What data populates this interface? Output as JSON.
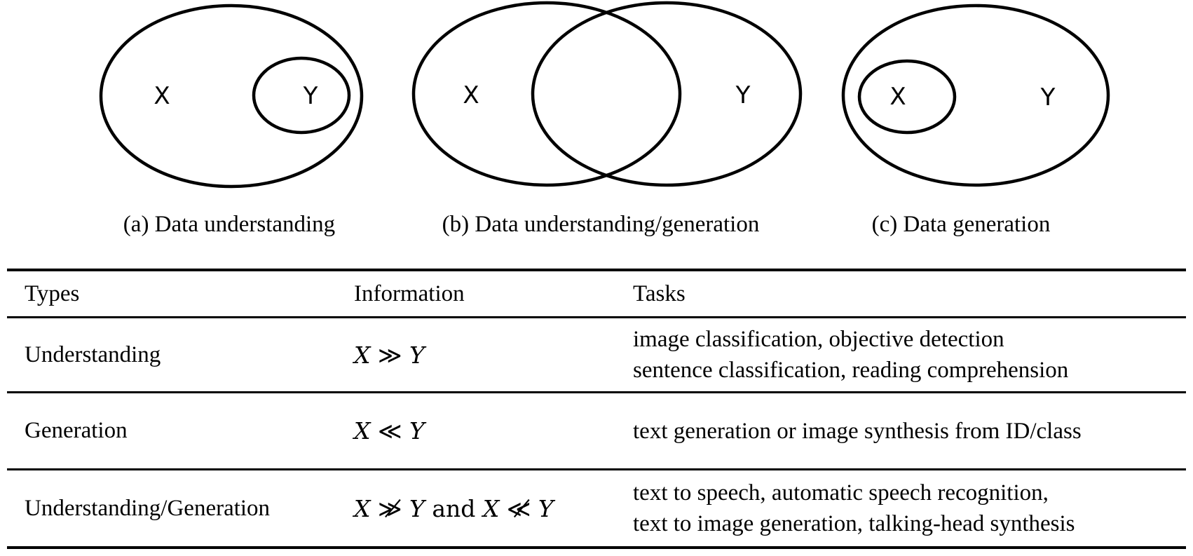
{
  "figure": {
    "diagrams": [
      {
        "label_x": "X",
        "label_y": "Y",
        "caption": "(a) Data understanding"
      },
      {
        "label_x": "X",
        "label_y": "Y",
        "caption": "(b) Data understanding/generation"
      },
      {
        "label_x": "X",
        "label_y": "Y",
        "caption": "(c) Data generation"
      }
    ]
  },
  "table": {
    "headers": {
      "types": "Types",
      "information": "Information",
      "tasks": "Tasks"
    },
    "rows": [
      {
        "type": "Understanding",
        "information": "X ≫ Y",
        "tasks": [
          "image classification, objective detection",
          "sentence classification, reading comprehension"
        ]
      },
      {
        "type": "Generation",
        "information": "X ≪ Y",
        "tasks": [
          "text generation or image synthesis from ID/class"
        ]
      },
      {
        "type": "Understanding/Generation",
        "information": "X ≫̸ Y and X ≪̸ Y",
        "tasks": [
          "text to speech, automatic speech recognition,",
          "text to image generation, talking-head synthesis"
        ]
      }
    ]
  }
}
